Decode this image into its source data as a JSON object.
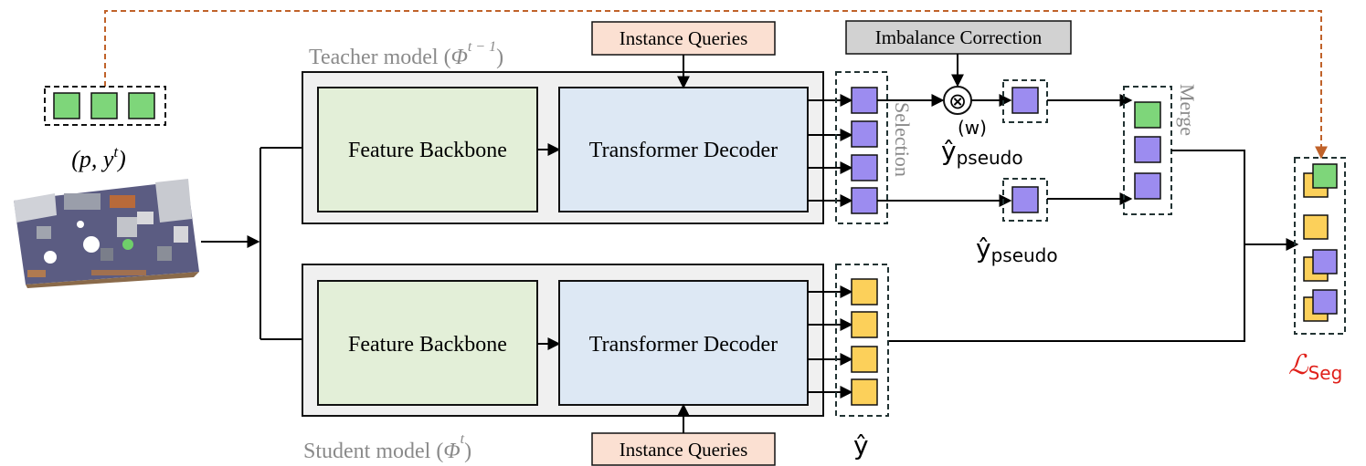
{
  "colors": {
    "purple": "#9c8cf0",
    "green": "#7ed67a",
    "yellow": "#fcd05a",
    "backbone_fill": "#e3efd8",
    "decoder_fill": "#dde8f4",
    "model_fill": "#f0f0f0",
    "query_fill": "#fbe0d2",
    "imbalance_fill": "#d2d2d2",
    "dashed_arrow": "#c0622a",
    "loss_red": "#e0201a",
    "label_gray": "#8a8a8a"
  },
  "input": {
    "label": "(p, y^t)",
    "label_p": "(p, y",
    "label_sup": "t",
    "label_close": ")",
    "image": "3D point cloud scene"
  },
  "teacher": {
    "label": "Teacher model (Φ^(t−1))",
    "label_main": "Teacher model (",
    "label_phi": "Φ",
    "label_sup": "t − 1",
    "label_close": ")",
    "backbone": "Feature Backbone",
    "decoder": "Transformer Decoder",
    "queries": "Instance Queries"
  },
  "student": {
    "label": "Student model (Φ^t)",
    "label_main": "Student model (",
    "label_phi": "Φ",
    "label_sup": "t",
    "label_close": ")",
    "backbone": "Feature Backbone",
    "decoder": "Transformer Decoder",
    "queries": "Instance Queries"
  },
  "selection_label": "Selection",
  "merge_label": "Merge",
  "imbalance_correction": "Imbalance Correction",
  "multiply_symbol": "⊗",
  "pseudo_weighted": {
    "base": "ŷ",
    "sub": "pseudo",
    "sup": "(w)"
  },
  "pseudo": {
    "base": "ŷ",
    "sub": "pseudo"
  },
  "prediction": {
    "base": "ŷ"
  },
  "loss": {
    "base": "ℒ",
    "sub": "Seg"
  }
}
